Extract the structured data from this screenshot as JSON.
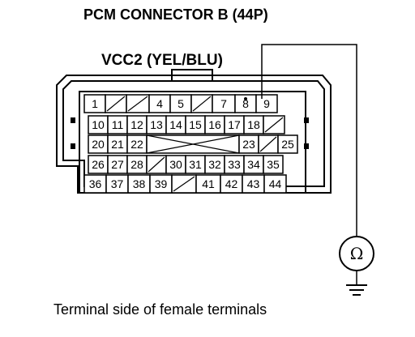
{
  "title": "PCM CONNECTOR B (44P)",
  "wire_label": "VCC2 (YEL/BLU)",
  "caption": "Terminal side of female terminals",
  "meter_symbol": "Ω",
  "highlighted_terminal": "8",
  "rows": [
    [
      "1",
      "",
      "",
      "4",
      "5",
      "",
      "7",
      "8",
      "9"
    ],
    [
      "10",
      "11",
      "12",
      "13",
      "14",
      "15",
      "16",
      "17",
      "18",
      ""
    ],
    [
      "20",
      "21",
      "22",
      "",
      "",
      "",
      "",
      "23",
      "",
      "25"
    ],
    [
      "26",
      "27",
      "28",
      "",
      "30",
      "31",
      "32",
      "33",
      "34",
      "35"
    ],
    [
      "36",
      "37",
      "38",
      "39",
      "",
      "41",
      "42",
      "43",
      "44"
    ]
  ]
}
